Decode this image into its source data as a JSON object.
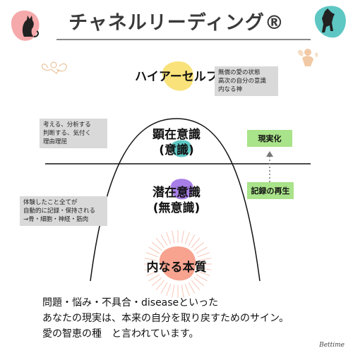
{
  "header": {
    "title": "チャネルリーディング®"
  },
  "levels": {
    "higher_self": "ハイアーセルフ",
    "conscious": [
      "顕在意識",
      "(意識)"
    ],
    "subconscious": [
      "潜在意識",
      "(無意識)"
    ],
    "true_self": "内なる本質"
  },
  "notes": {
    "higher_self": [
      "無償の愛の状態",
      "高次の自分の意識",
      "内なる神"
    ],
    "conscious": [
      "考える、分析する",
      "判断する、気付く",
      "理由理屈"
    ],
    "subconscious": [
      "体験したこと全てが",
      "自動的に記録・保持される",
      "→骨・細胞・神経・筋肉"
    ]
  },
  "side_labels": {
    "realization": "現実化",
    "replay": "記録の再生"
  },
  "message": [
    "問題・悩み・不具合・diseaseといった",
    "あなたの現実は、本来の自分を取り戻すためのサイン。",
    "愛の智恵の種　と言われています。"
  ],
  "signature": "Bettime",
  "colors": {
    "yellow": "#f9e27a",
    "teal": "#5ec7c4",
    "purple": "#a77ee6",
    "coral": "#f7a38f",
    "pink": "#f6a9ab",
    "green": "#a9e38a"
  }
}
